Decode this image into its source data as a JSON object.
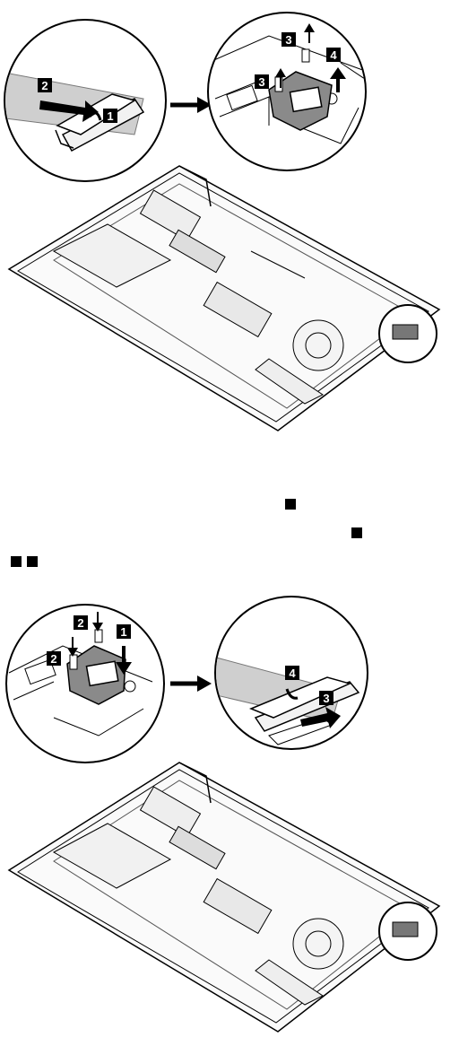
{
  "top_figure": {
    "detail_left": {
      "callouts": [
        "2",
        "1"
      ]
    },
    "detail_right": {
      "callouts": [
        "3",
        "3",
        "4"
      ]
    }
  },
  "text_markers": {
    "count": 4
  },
  "bottom_figure": {
    "detail_left": {
      "callouts": [
        "2",
        "2",
        "1"
      ]
    },
    "detail_right": {
      "callouts": [
        "4",
        "3"
      ]
    }
  }
}
